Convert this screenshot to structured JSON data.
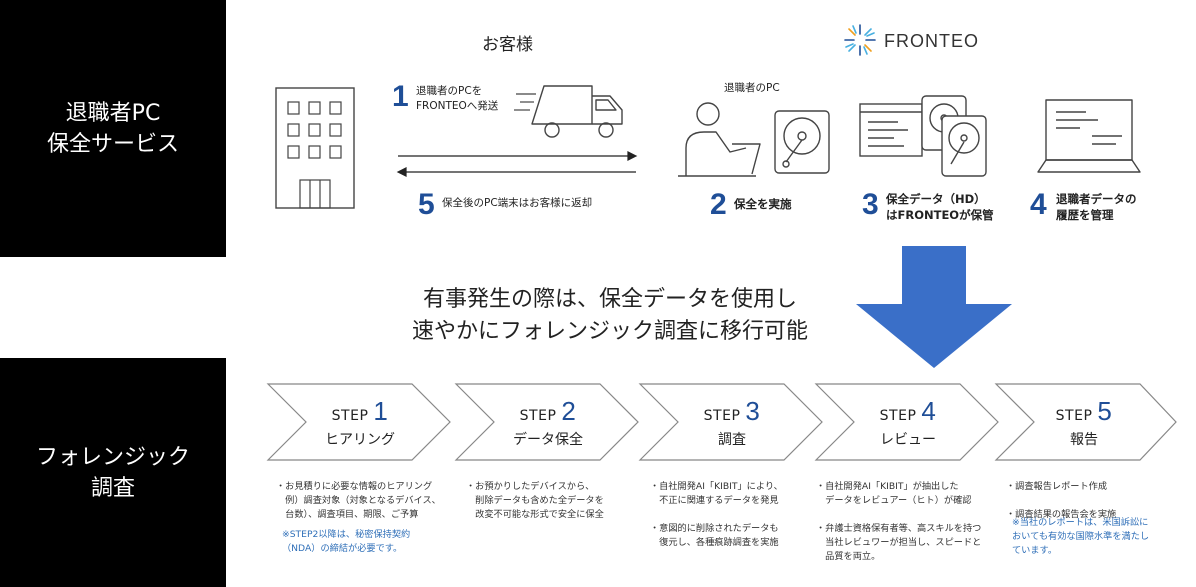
{
  "left_panels": {
    "top": "退職者PC\n保全サービス",
    "bottom": "フォレンジック\n調査"
  },
  "headers": {
    "customer": "お客様",
    "brand": "FRONTEO"
  },
  "flow": {
    "step1": {
      "num": "1",
      "text": "退職者のPCを\nFRONTEOへ発送"
    },
    "step5": {
      "num": "5",
      "text": "保全後のPC端末はお客様に返却"
    },
    "pc_label": "退職者のPC",
    "step2": {
      "num": "2",
      "text": "保全を実施"
    },
    "step3": {
      "num": "3",
      "text": "保全データ（HD）\nはFRONTEOが保管"
    },
    "step4": {
      "num": "4",
      "text": "退職者データの\n履歴を管理"
    }
  },
  "message": "有事発生の際は、保全データを使用し\n速やかにフォレンジック調査に移行可能",
  "colors": {
    "accent": "#1f4e97",
    "arrow": "#3a6fc8",
    "note": "#2f6fb8"
  },
  "steps": [
    {
      "label": "STEP",
      "num": "1",
      "title": "ヒアリング",
      "desc": "・お見積りに必要な情報のヒアリング\n　例）調査対象（対象となるデバイス、\n　台数）、調査項目、期限、ご予算",
      "note": "※STEP2以降は、秘密保持契約\n（NDA）の締結が必要です。"
    },
    {
      "label": "STEP",
      "num": "2",
      "title": "データ保全",
      "desc": "・お預かりしたデバイスから、\n　削除データも含めた全データを\n　改変不可能な形式で安全に保全",
      "note": ""
    },
    {
      "label": "STEP",
      "num": "3",
      "title": "調査",
      "desc": "・自社開発AI「KIBIT」により、\n　不正に関連するデータを発見\n\n・意図的に削除されたデータも\n　復元し、各種痕跡調査を実施",
      "note": ""
    },
    {
      "label": "STEP",
      "num": "4",
      "title": "レビュー",
      "desc": "・自社開発AI「KIBIT」が抽出した\n　データをレビュアー（ヒト）が確認\n\n・弁護士資格保有者等、高スキルを持つ\n　当社レビュワーが担当し、スピードと\n　品質を両立。",
      "note": ""
    },
    {
      "label": "STEP",
      "num": "5",
      "title": "報告",
      "desc": "・調査報告レポート作成\n\n・調査結果の報告会を実施",
      "note": "※当社のレポートは、米国訴訟に\nおいても有効な国際水準を満たし\nています。"
    }
  ]
}
